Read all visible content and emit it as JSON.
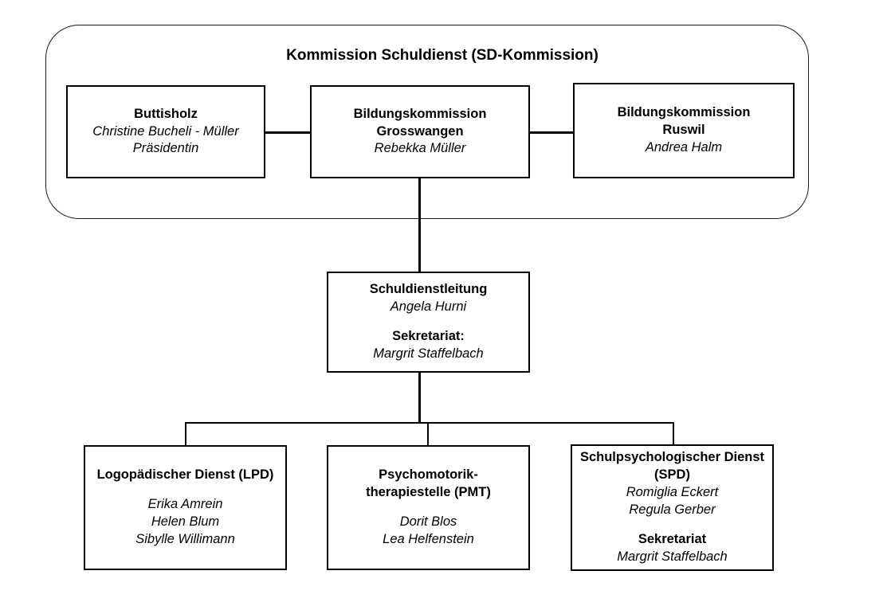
{
  "chart": {
    "type": "org-chart",
    "title": "Kommission Schuldienst (SD-Kommission)",
    "commission_group": {
      "label": "Kommission Schuldienst (SD-Kommission)",
      "members": [
        {
          "id": "buttisholz",
          "lines": [
            {
              "text": "Buttisholz",
              "style": "bold"
            },
            {
              "text": "Christine Bucheli - Müller",
              "style": "italic"
            },
            {
              "text": "Präsidentin",
              "style": "italic"
            }
          ]
        },
        {
          "id": "bildungskommission-grosswangen",
          "lines": [
            {
              "text": "Bildungskommission",
              "style": "bold"
            },
            {
              "text": "Grosswangen",
              "style": "bold"
            },
            {
              "text": "Rebekka Müller",
              "style": "italic"
            }
          ]
        },
        {
          "id": "bildungskommission-ruswil",
          "lines": [
            {
              "text": "Bildungskommission",
              "style": "bold"
            },
            {
              "text": "Ruswil",
              "style": "bold"
            },
            {
              "text": "Andrea Halm",
              "style": "italic"
            }
          ]
        }
      ]
    },
    "leadership": {
      "id": "schuldienstleitung",
      "lines": [
        {
          "text": "Schuldienstleitung",
          "style": "bold"
        },
        {
          "text": "Angela Hurni",
          "style": "italic"
        },
        {
          "text": "Sekretariat:",
          "style": "bold",
          "spaced": true
        },
        {
          "text": "Margrit Staffelbach",
          "style": "italic"
        }
      ]
    },
    "services": [
      {
        "id": "logopaedischer-dienst",
        "lines": [
          {
            "text": "Logopädischer Dienst (LPD)",
            "style": "bold"
          },
          {
            "text": "Erika Amrein",
            "style": "italic",
            "spaced": true
          },
          {
            "text": "Helen Blum",
            "style": "italic"
          },
          {
            "text": "Sibylle Willimann",
            "style": "italic"
          }
        ]
      },
      {
        "id": "psychomotorik-therapiestelle",
        "lines": [
          {
            "text": "Psychomotorik-",
            "style": "bold"
          },
          {
            "text": "therapiestelle (PMT)",
            "style": "bold"
          },
          {
            "text": "Dorit Blos",
            "style": "italic",
            "spaced": true
          },
          {
            "text": "Lea Helfenstein",
            "style": "italic"
          }
        ]
      },
      {
        "id": "schulpsychologischer-dienst",
        "lines": [
          {
            "text": "Schulpsychologischer Dienst",
            "style": "bold"
          },
          {
            "text": "(SPD)",
            "style": "bold"
          },
          {
            "text": "Romiglia Eckert",
            "style": "italic"
          },
          {
            "text": "Regula Gerber",
            "style": "italic"
          },
          {
            "text": "Sekretariat",
            "style": "bold",
            "spaced": true
          },
          {
            "text": "Margrit Staffelbach",
            "style": "italic"
          }
        ]
      }
    ],
    "colors": {
      "background": "#ffffff",
      "box_border": "#000000",
      "container_border": "#1a1a1a",
      "text": "#000000",
      "connector": "#000000"
    }
  }
}
